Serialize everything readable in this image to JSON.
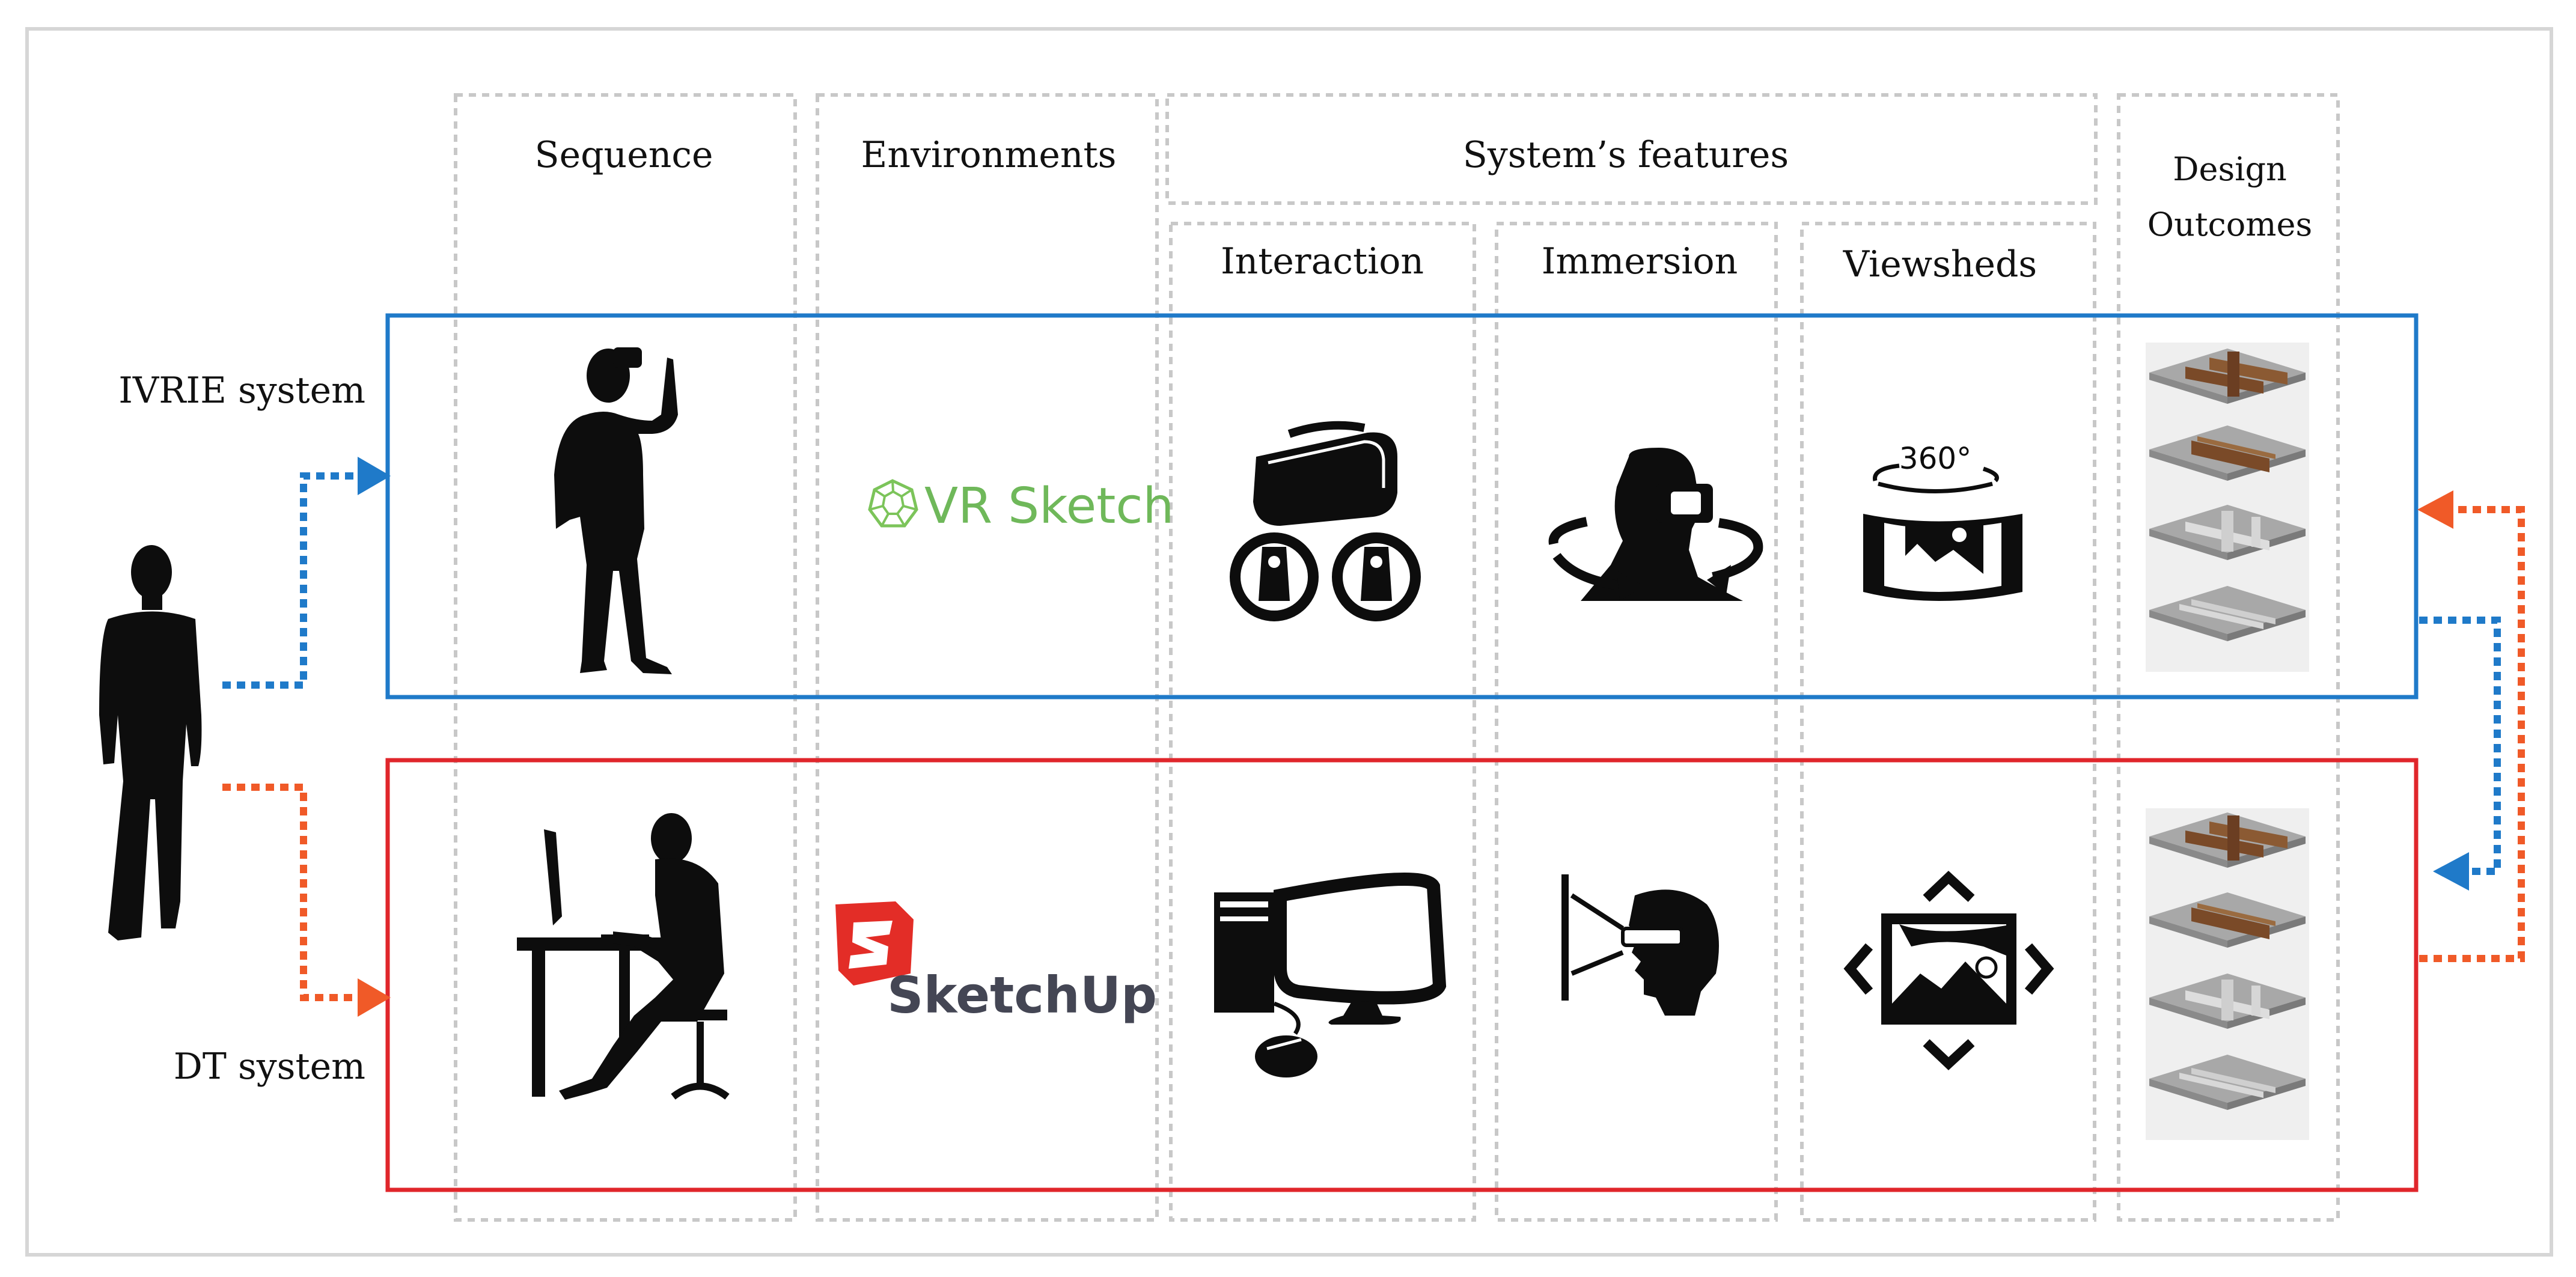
{
  "columns": {
    "sequence": "Sequence",
    "environments": "Environments",
    "features": "System’s features",
    "interaction": "Interaction",
    "immersion": "Immersion",
    "viewsheds": "Viewsheds",
    "outcomes_line1": "Design",
    "outcomes_line2": "Outcomes"
  },
  "systems": {
    "ivrie": {
      "label": "IVRIE system",
      "environment": "VR Sketch",
      "color": "#1f7ac9"
    },
    "dt": {
      "label": "DT system",
      "environment": "SketchUp",
      "color": "#e0262b"
    }
  },
  "arrow_colors": {
    "blue": "#1f7ac9",
    "orange": "#f05a28"
  },
  "icons": {
    "viewshed_360": "360°"
  }
}
